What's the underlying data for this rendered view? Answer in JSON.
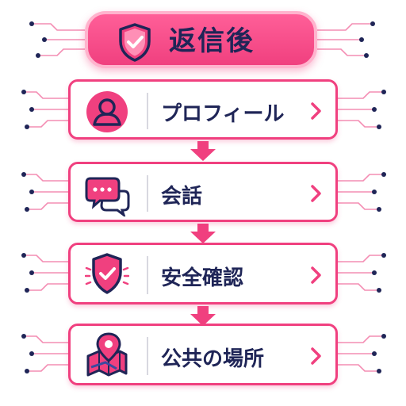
{
  "header": {
    "title": "返信後",
    "icon": "shield-check-icon"
  },
  "steps": [
    {
      "label": "プロフィール",
      "icon": "user-profile-icon"
    },
    {
      "label": "会話",
      "icon": "chat-bubbles-icon"
    },
    {
      "label": "安全確認",
      "icon": "shield-check-icon"
    },
    {
      "label": "公共の場所",
      "icon": "map-pin-icon"
    }
  ],
  "colors": {
    "accent": "#f0407f",
    "accent_light": "#ffb3cd",
    "navy": "#1f2557",
    "background": "#ffffff"
  }
}
